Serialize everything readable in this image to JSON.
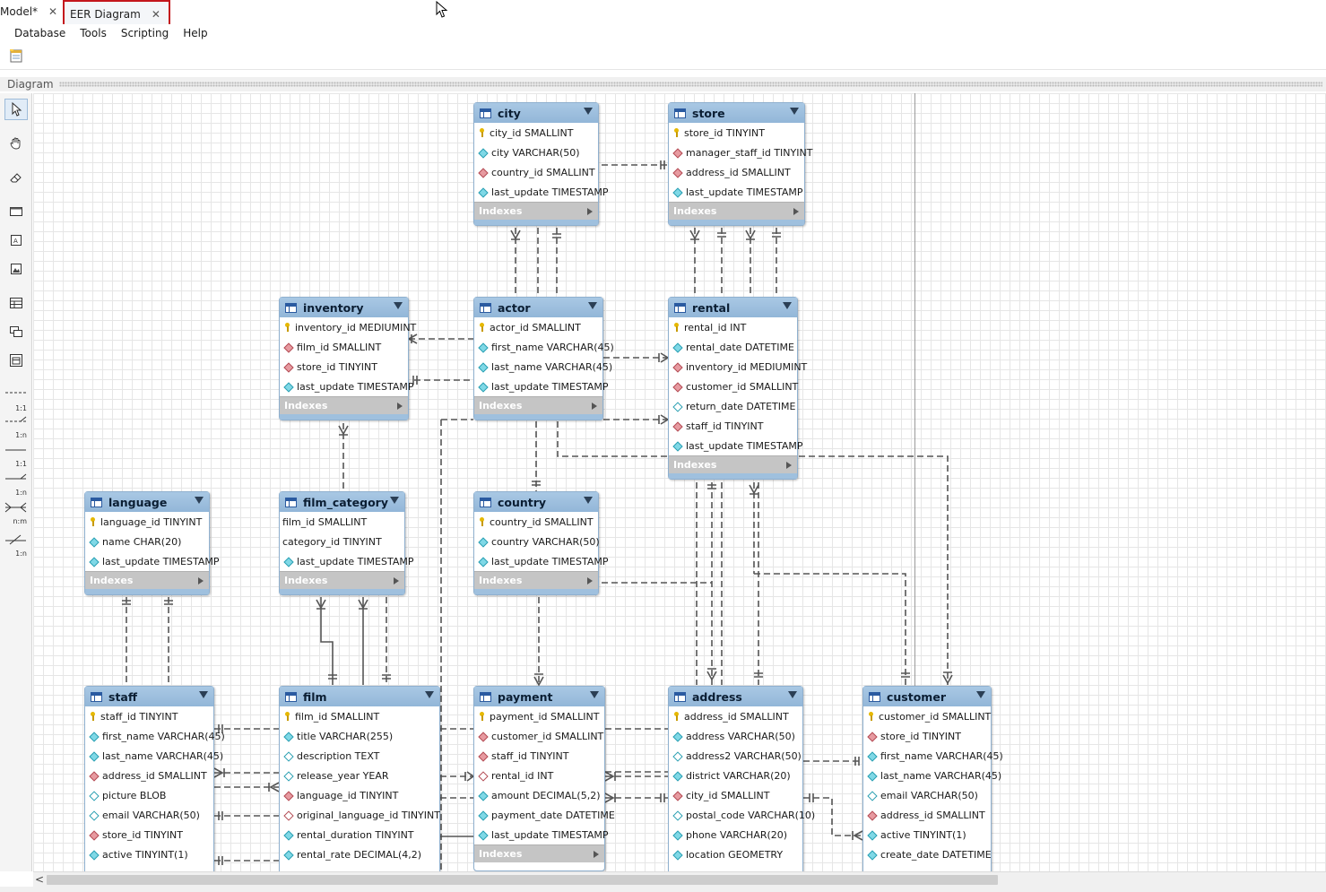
{
  "tabs": [
    {
      "label": "Model*",
      "close": "✕"
    },
    {
      "label": "EER Diagram",
      "close": "✕"
    }
  ],
  "menu": [
    "Database",
    "Tools",
    "Scripting",
    "Help"
  ],
  "toolbar": {
    "new_diagram_icon": "new-diagram-icon"
  },
  "diagram_panel": {
    "title": "Diagram"
  },
  "palette": {
    "tools": [
      "select-icon",
      "hand-icon",
      "eraser-icon",
      "layer-icon",
      "text-note-icon",
      "image-icon",
      "table-icon",
      "view-icon",
      "routine-group-icon"
    ],
    "relations": [
      "1:1",
      "1:n",
      "1:1",
      "1:n",
      "n:m",
      "1:n"
    ]
  },
  "indexes_label": "Indexes",
  "tables": {
    "city": {
      "name": "city",
      "columns": [
        {
          "text": "city_id SMALLINT",
          "kind": "pk"
        },
        {
          "text": "city VARCHAR(50)",
          "kind": "col"
        },
        {
          "text": "country_id SMALLINT",
          "kind": "fk"
        },
        {
          "text": "last_update TIMESTAMP",
          "kind": "col"
        }
      ]
    },
    "store": {
      "name": "store",
      "columns": [
        {
          "text": "store_id TINYINT",
          "kind": "pk"
        },
        {
          "text": "manager_staff_id TINYINT",
          "kind": "fk"
        },
        {
          "text": "address_id SMALLINT",
          "kind": "fk"
        },
        {
          "text": "last_update TIMESTAMP",
          "kind": "col"
        }
      ]
    },
    "inventory": {
      "name": "inventory",
      "columns": [
        {
          "text": "inventory_id MEDIUMINT",
          "kind": "pk"
        },
        {
          "text": "film_id SMALLINT",
          "kind": "fk"
        },
        {
          "text": "store_id TINYINT",
          "kind": "fk"
        },
        {
          "text": "last_update TIMESTAMP",
          "kind": "col"
        }
      ]
    },
    "actor": {
      "name": "actor",
      "columns": [
        {
          "text": "actor_id SMALLINT",
          "kind": "pk"
        },
        {
          "text": "first_name VARCHAR(45)",
          "kind": "col"
        },
        {
          "text": "last_name VARCHAR(45)",
          "kind": "col"
        },
        {
          "text": "last_update TIMESTAMP",
          "kind": "col"
        }
      ]
    },
    "rental": {
      "name": "rental",
      "columns": [
        {
          "text": "rental_id INT",
          "kind": "pk"
        },
        {
          "text": "rental_date DATETIME",
          "kind": "col"
        },
        {
          "text": "inventory_id MEDIUMINT",
          "kind": "fk"
        },
        {
          "text": "customer_id SMALLINT",
          "kind": "fk"
        },
        {
          "text": "return_date DATETIME",
          "kind": "nn"
        },
        {
          "text": "staff_id TINYINT",
          "kind": "fk"
        },
        {
          "text": "last_update TIMESTAMP",
          "kind": "col"
        }
      ]
    },
    "language": {
      "name": "language",
      "columns": [
        {
          "text": "language_id TINYINT",
          "kind": "pk"
        },
        {
          "text": "name CHAR(20)",
          "kind": "col"
        },
        {
          "text": "last_update TIMESTAMP",
          "kind": "col"
        }
      ]
    },
    "film_category": {
      "name": "film_category",
      "columns": [
        {
          "text": "film_id SMALLINT",
          "kind": "plain"
        },
        {
          "text": "category_id TINYINT",
          "kind": "plain"
        },
        {
          "text": "last_update TIMESTAMP",
          "kind": "col"
        }
      ]
    },
    "country": {
      "name": "country",
      "columns": [
        {
          "text": "country_id SMALLINT",
          "kind": "pk"
        },
        {
          "text": "country VARCHAR(50)",
          "kind": "col"
        },
        {
          "text": "last_update TIMESTAMP",
          "kind": "col"
        }
      ]
    },
    "staff": {
      "name": "staff",
      "columns": [
        {
          "text": "staff_id TINYINT",
          "kind": "pk"
        },
        {
          "text": "first_name VARCHAR(45)",
          "kind": "col"
        },
        {
          "text": "last_name VARCHAR(45)",
          "kind": "col"
        },
        {
          "text": "address_id SMALLINT",
          "kind": "fk"
        },
        {
          "text": "picture BLOB",
          "kind": "nn"
        },
        {
          "text": "email VARCHAR(50)",
          "kind": "nn"
        },
        {
          "text": "store_id TINYINT",
          "kind": "fk"
        },
        {
          "text": "active TINYINT(1)",
          "kind": "col"
        }
      ]
    },
    "film": {
      "name": "film",
      "columns": [
        {
          "text": "film_id SMALLINT",
          "kind": "pk"
        },
        {
          "text": "title VARCHAR(255)",
          "kind": "col"
        },
        {
          "text": "description TEXT",
          "kind": "nn"
        },
        {
          "text": "release_year YEAR",
          "kind": "nn"
        },
        {
          "text": "language_id TINYINT",
          "kind": "fk"
        },
        {
          "text": "original_language_id TINYINT",
          "kind": "fknn"
        },
        {
          "text": "rental_duration TINYINT",
          "kind": "col"
        },
        {
          "text": "rental_rate DECIMAL(4,2)",
          "kind": "col"
        }
      ]
    },
    "payment": {
      "name": "payment",
      "columns": [
        {
          "text": "payment_id SMALLINT",
          "kind": "pk"
        },
        {
          "text": "customer_id SMALLINT",
          "kind": "fk"
        },
        {
          "text": "staff_id TINYINT",
          "kind": "fk"
        },
        {
          "text": "rental_id INT",
          "kind": "fknn"
        },
        {
          "text": "amount DECIMAL(5,2)",
          "kind": "col"
        },
        {
          "text": "payment_date DATETIME",
          "kind": "col"
        },
        {
          "text": "last_update TIMESTAMP",
          "kind": "col"
        }
      ]
    },
    "address": {
      "name": "address",
      "columns": [
        {
          "text": "address_id SMALLINT",
          "kind": "pk"
        },
        {
          "text": "address VARCHAR(50)",
          "kind": "col"
        },
        {
          "text": "address2 VARCHAR(50)",
          "kind": "nn"
        },
        {
          "text": "district VARCHAR(20)",
          "kind": "col"
        },
        {
          "text": "city_id SMALLINT",
          "kind": "fk"
        },
        {
          "text": "postal_code VARCHAR(10)",
          "kind": "nn"
        },
        {
          "text": "phone VARCHAR(20)",
          "kind": "col"
        },
        {
          "text": "location GEOMETRY",
          "kind": "col"
        }
      ]
    },
    "customer": {
      "name": "customer",
      "columns": [
        {
          "text": "customer_id SMALLINT",
          "kind": "pk"
        },
        {
          "text": "store_id TINYINT",
          "kind": "fk"
        },
        {
          "text": "first_name VARCHAR(45)",
          "kind": "col"
        },
        {
          "text": "last_name VARCHAR(45)",
          "kind": "col"
        },
        {
          "text": "email VARCHAR(50)",
          "kind": "nn"
        },
        {
          "text": "address_id SMALLINT",
          "kind": "fk"
        },
        {
          "text": "active TINYINT(1)",
          "kind": "col"
        },
        {
          "text": "create_date DATETIME",
          "kind": "col"
        }
      ]
    }
  },
  "scrollbar": {
    "left_arrow": "<"
  }
}
